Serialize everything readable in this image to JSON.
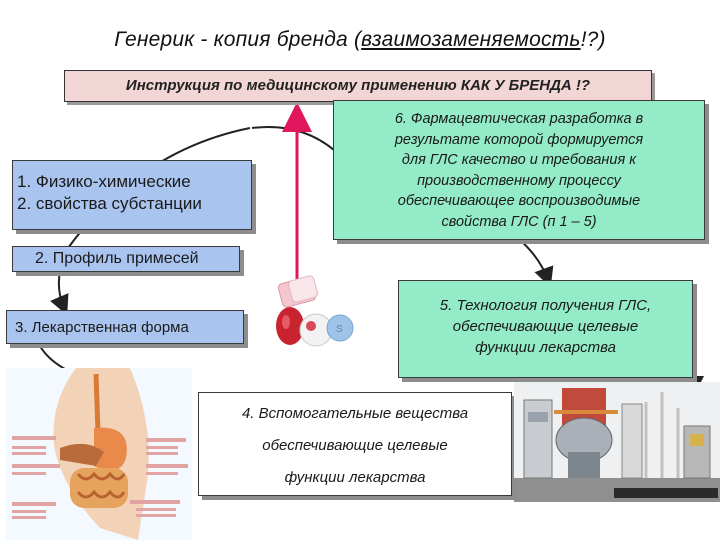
{
  "title": {
    "prefix": "Генерик  - копия бренда (",
    "underlined": "взаимозаменяемость",
    "suffix": "!?)"
  },
  "banner": "Инструкция по медицинскому применению КАК У БРЕНДА !?",
  "box1": {
    "line1": "1.  Физико-химические",
    "line2": "2.  свойства субстанции"
  },
  "box2": "2. Профиль примесей",
  "box3": "3. Лекарственная форма",
  "box6": {
    "lines": [
      "6. Фармацевтическая разработка в",
      "результате которой формируется",
      "для ГЛС качество и требования к",
      "производственному процессу",
      "обеспечивающее воспроизводимые",
      "свойства ГЛС (п 1 – 5)"
    ]
  },
  "box5": {
    "lines": [
      "5. Технология получения ГЛС,",
      "обеспечивающие целевые",
      "функции лекарства"
    ]
  },
  "box4": {
    "lines": [
      "4. Вспомогательные вещества",
      "обеспечивающие целевые",
      "функции лекарства"
    ]
  },
  "colors": {
    "banner": "#f2d6d6",
    "blue_box": "#a9c4ee",
    "green_box": "#93ebc8",
    "arrow": "#e0175d"
  }
}
